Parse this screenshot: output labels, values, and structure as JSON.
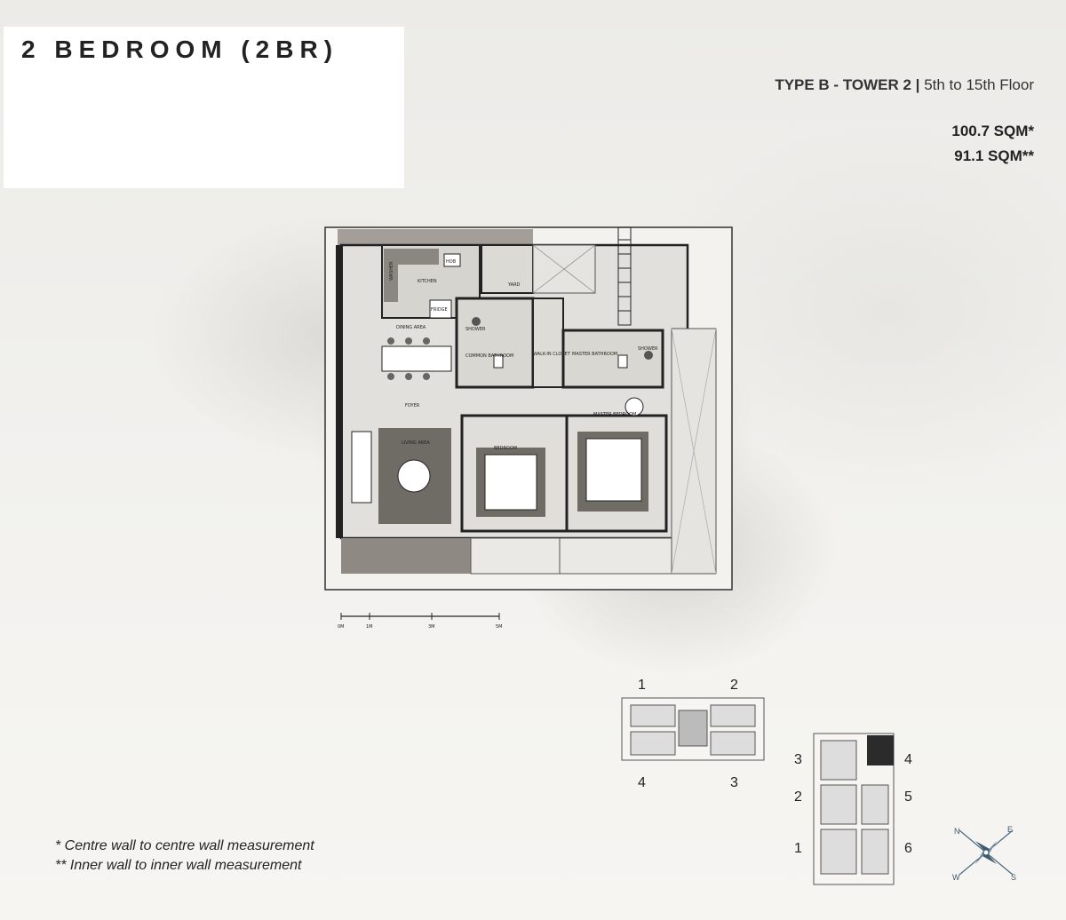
{
  "header": {
    "title": "2 BEDROOM (2BR)",
    "subtitle_type": "TYPE B - TOWER 2 |",
    "subtitle_floors": "5th to 15th Floor",
    "area_centre": "100.7 SQM*",
    "area_inner": "91.1 SQM**"
  },
  "plan": {
    "rooms": {
      "washer": "WASHER",
      "kitchen": "KITCHEN",
      "hob": "HOB",
      "fridge": "FRIDGE",
      "yard": "YARD",
      "dining_area": "DINING AREA",
      "shower_common": "SHOWER",
      "common_bathroom": "COMMON BATHROOM",
      "walk_in_closet": "WALK-IN CLOSET",
      "master_bathroom": "MASTER BATHROOM",
      "shower_master": "SHOWER",
      "foyer": "FOYER",
      "master_bedroom": "MASTER BEDROOM",
      "living_area": "LIVING AREA",
      "bedroom": "BEDROOM"
    }
  },
  "scale": {
    "ticks": [
      "0M",
      "1M",
      "3M",
      "5M"
    ]
  },
  "key_plan_1": {
    "labels": [
      "1",
      "2",
      "4",
      "3"
    ]
  },
  "key_plan_2": {
    "labels": [
      "3",
      "4",
      "2",
      "5",
      "1",
      "6"
    ]
  },
  "compass": {
    "n": "N",
    "e": "E",
    "s": "S",
    "w": "W"
  },
  "footnotes": {
    "centre": "* Centre wall to centre wall measurement",
    "inner": "** Inner wall to inner wall measurement"
  }
}
